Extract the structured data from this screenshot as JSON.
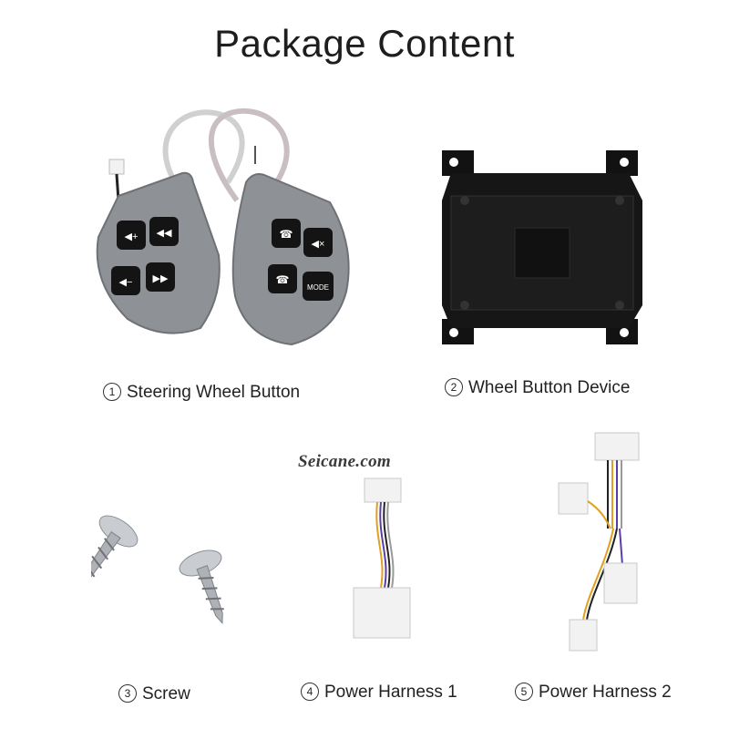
{
  "title": "Package Content",
  "watermark": "Seicane.com",
  "items": [
    {
      "num": "1",
      "label": "Steering Wheel Button"
    },
    {
      "num": "2",
      "label": "Wheel Button Device"
    },
    {
      "num": "3",
      "label": "Screw"
    },
    {
      "num": "4",
      "label": "Power Harness 1"
    },
    {
      "num": "5",
      "label": "Power Harness 2"
    }
  ],
  "button_face": {
    "mode_label": "MODE"
  },
  "colors": {
    "panel_gray": "#8e9196",
    "key_black": "#141414",
    "device_black": "#121212",
    "connector_white": "#f2f2f2"
  }
}
